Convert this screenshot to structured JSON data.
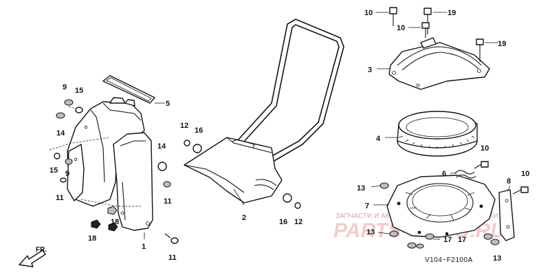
{
  "diagram": {
    "reference_code": "V104−F2100A",
    "direction_label": "FR.",
    "callouts": [
      {
        "num": "1"
      },
      {
        "num": "2"
      },
      {
        "num": "3"
      },
      {
        "num": "4"
      },
      {
        "num": "5"
      },
      {
        "num": "6"
      },
      {
        "num": "7"
      },
      {
        "num": "8"
      },
      {
        "num": "9"
      },
      {
        "num": "9"
      },
      {
        "num": "10"
      },
      {
        "num": "10"
      },
      {
        "num": "10"
      },
      {
        "num": "10"
      },
      {
        "num": "11"
      },
      {
        "num": "11"
      },
      {
        "num": "11"
      },
      {
        "num": "12"
      },
      {
        "num": "12"
      },
      {
        "num": "13"
      },
      {
        "num": "13"
      },
      {
        "num": "13"
      },
      {
        "num": "14"
      },
      {
        "num": "14"
      },
      {
        "num": "15"
      },
      {
        "num": "15"
      },
      {
        "num": "16"
      },
      {
        "num": "16"
      },
      {
        "num": "17"
      },
      {
        "num": "17"
      },
      {
        "num": "18"
      },
      {
        "num": "18"
      },
      {
        "num": "19"
      },
      {
        "num": "19"
      }
    ]
  },
  "watermark": {
    "caption": "ЗАПЧАСТИ И АКСЕССУАРЫ ДЛЯ МОТОТЕХНИКИ",
    "brand": "PARTS-MOTO.RU",
    "color": "#e8a0a0"
  }
}
